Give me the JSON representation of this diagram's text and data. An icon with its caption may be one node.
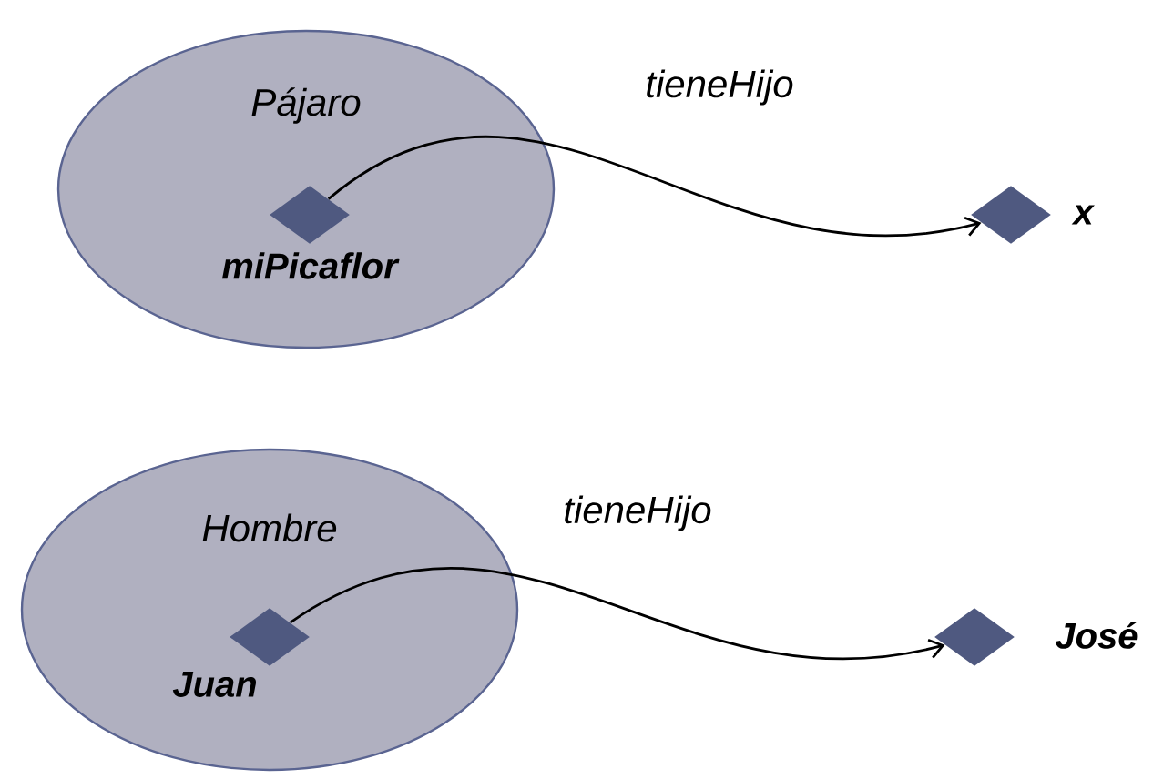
{
  "diagram": {
    "nodes": [
      {
        "text": [
          "Pájaro"
        ]
      },
      {
        "text": [],
        "shape": "diamond",
        "in": 0,
        "beside": [
          "miPicaflor"
        ]
      },
      {
        "text": [],
        "shape": "diamond",
        "beside": [
          "x"
        ]
      },
      {
        "text": [
          "Hombre"
        ]
      },
      {
        "text": [],
        "shape": "diamond",
        "in": 3,
        "beside": [
          "Juan"
        ]
      },
      {
        "text": [],
        "shape": "diamond",
        "beside": [
          "José"
        ]
      }
    ],
    "edges": [
      {
        "from": 1,
        "to": 2,
        "arrow": "to",
        "label": "tieneHijo"
      },
      {
        "from": 4,
        "to": 5,
        "arrow": "to",
        "label": "tieneHijo"
      }
    ]
  }
}
